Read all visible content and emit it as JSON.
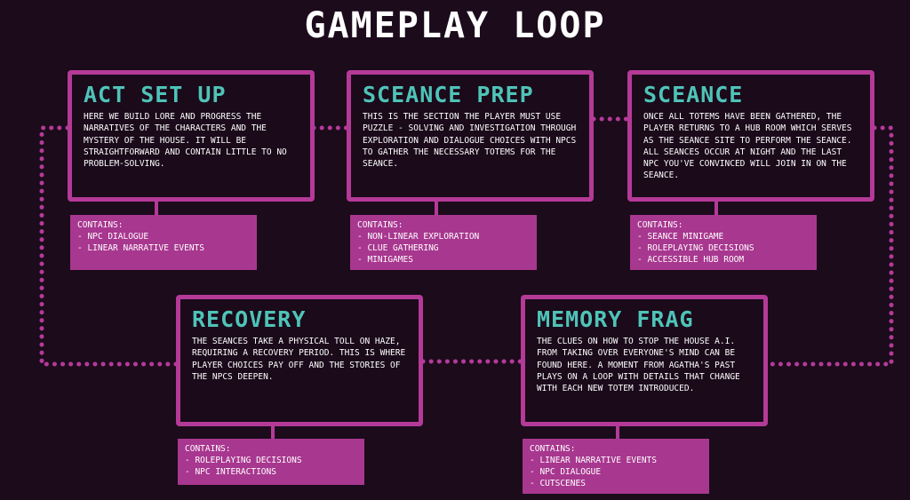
{
  "title": "GAMEPLAY LOOP",
  "colors": {
    "background": "#1b0b1b",
    "accent": "#b53a98",
    "heading": "#4fc3b8",
    "text": "#ffffff"
  },
  "stages": [
    {
      "title": "ACT SET UP",
      "description": "HERE WE BUILD LORE AND PROGRESS THE NARRATIVES OF THE CHARACTERS AND THE MYSTERY OF THE HOUSE. IT WILL BE STRAIGHTFORWARD AND CONTAIN LITTLE TO NO PROBLEM-SOLVING.",
      "contains_label": "CONTAINS:",
      "contains": [
        "- NPC DIALOGUE",
        "- LINEAR NARRATIVE EVENTS"
      ]
    },
    {
      "title": "SCEANCE PREP",
      "description": "THIS IS THE SECTION THE PLAYER MUST USE PUZZLE - SOLVING AND INVESTIGATION THROUGH EXPLORATION AND DIALOGUE CHOICES WITH NPCS TO GATHER THE NECESSARY TOTEMS FOR THE SEANCE.",
      "contains_label": "CONTAINS:",
      "contains": [
        "- NON-LINEAR EXPLORATION",
        "- CLUE GATHERING",
        "- MINIGAMES"
      ]
    },
    {
      "title": "SCEANCE",
      "description": "ONCE ALL TOTEMS HAVE BEEN GATHERED, THE PLAYER RETURNS TO A HUB ROOM WHICH SERVES AS THE SEANCE SITE TO PERFORM THE SEANCE. ALL SEANCES OCCUR AT NIGHT AND THE LAST NPC YOU'VE CONVINCED WILL JOIN IN ON THE SEANCE.",
      "contains_label": "CONTAINS:",
      "contains": [
        "- SEANCE MINIGAME",
        "- ROLEPLAYING DECISIONS",
        "- ACCESSIBLE HUB ROOM"
      ]
    },
    {
      "title": "RECOVERY",
      "description": "THE SEANCES TAKE A PHYSICAL TOLL ON HAZE, REQUIRING A RECOVERY PERIOD. THIS IS WHERE PLAYER CHOICES PAY OFF AND THE STORIES OF THE NPCS DEEPEN.",
      "contains_label": "CONTAINS:",
      "contains": [
        "- ROLEPLAYING DECISIONS",
        "- NPC INTERACTIONS"
      ]
    },
    {
      "title": "MEMORY FRAG",
      "description": "THE CLUES ON HOW TO STOP THE HOUSE A.I. FROM TAKING OVER EVERYONE'S MIND CAN BE FOUND HERE. A MOMENT FROM AGATHA'S PAST PLAYS ON A LOOP WITH DETAILS THAT CHANGE WITH EACH NEW TOTEM INTRODUCED.",
      "contains_label": "CONTAINS:",
      "contains": [
        "- LINEAR NARRATIVE EVENTS",
        "- NPC DIALOGUE",
        "- CUTSCENES"
      ]
    }
  ]
}
